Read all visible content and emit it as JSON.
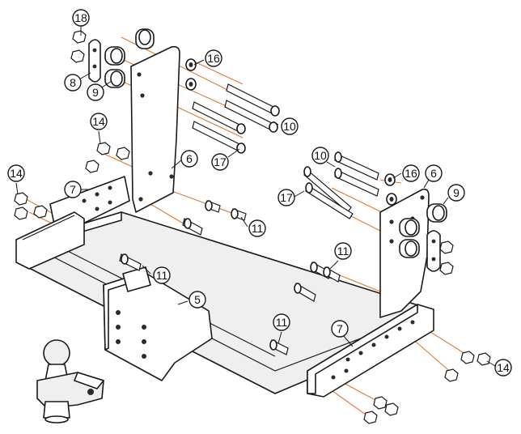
{
  "callouts": {
    "c18": "18",
    "c8": "8",
    "c9a": "9",
    "c16a": "16",
    "c10a": "10",
    "c17a": "17",
    "c14a": "14",
    "c6a": "6",
    "c7a": "7",
    "c14b": "14",
    "c11a": "11",
    "c11b": "11",
    "c10b": "10",
    "c16b": "16",
    "c6b": "6",
    "c17b": "17",
    "c9b": "9",
    "c11c": "11",
    "c5": "5",
    "c11d": "11",
    "c7b": "7",
    "c14c": "14"
  },
  "colors": {
    "line": "#1a1a1a",
    "axis_dash": "#e07a32",
    "fill": "#ffffff"
  }
}
